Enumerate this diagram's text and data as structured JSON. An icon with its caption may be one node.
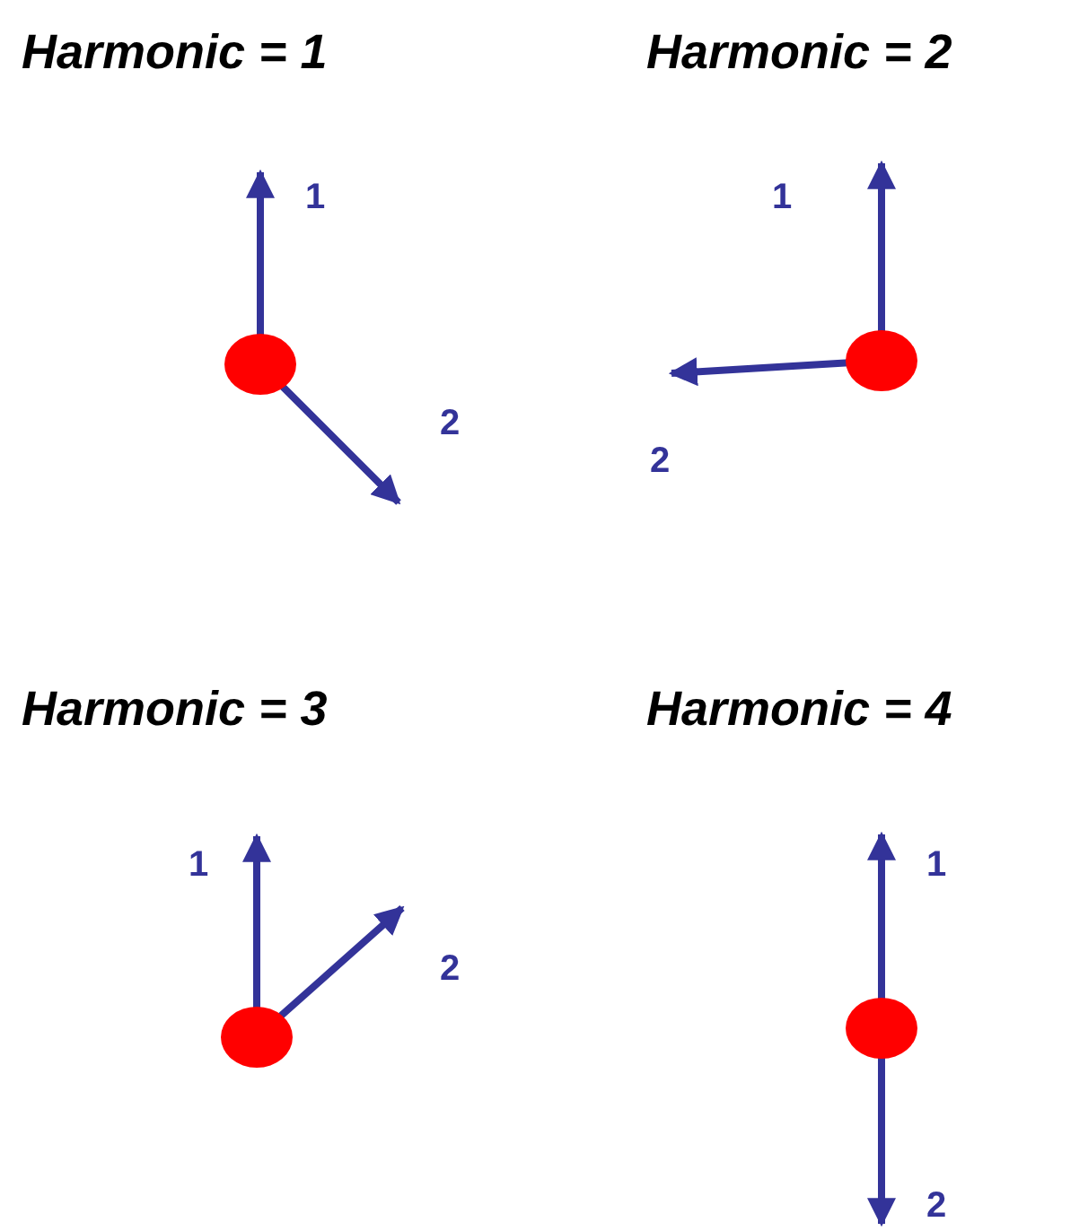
{
  "diagram": {
    "labels": [
      "Harmonic = 1",
      "1",
      "2",
      "Harmonic = 2",
      "1",
      "2",
      "Harmonic = 3",
      "1",
      "2",
      "Harmonic = 4",
      "1",
      "2"
    ]
  }
}
